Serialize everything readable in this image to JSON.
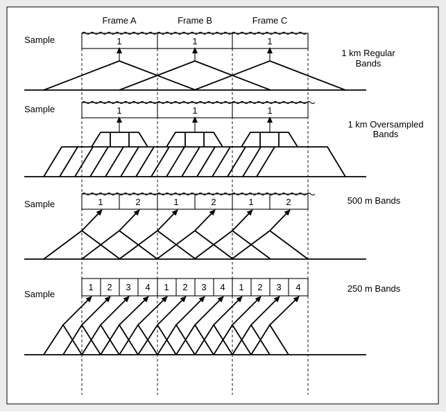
{
  "colors": {
    "frame_bg": "#ececec",
    "panel_bg": "#ffffff",
    "ink": "#000000"
  },
  "frames": [
    "Frame A",
    "Frame B",
    "Frame C"
  ],
  "sample_label": "Sample",
  "rows": [
    {
      "id": "regular",
      "band_label": [
        "1 km Regular",
        "Bands"
      ],
      "cells": [
        "1",
        "1",
        "1"
      ]
    },
    {
      "id": "oversampled",
      "band_label": [
        "1 km Oversampled",
        "Bands"
      ],
      "cells": [
        "1",
        "1",
        "1"
      ]
    },
    {
      "id": "m500",
      "band_label": [
        "500 m Bands"
      ],
      "cells": [
        "1",
        "2",
        "1",
        "2",
        "1",
        "2"
      ]
    },
    {
      "id": "m250",
      "band_label": [
        "250 m Bands"
      ],
      "cells": [
        "1",
        "2",
        "3",
        "4",
        "1",
        "2",
        "3",
        "4",
        "1",
        "2",
        "3",
        "4"
      ]
    }
  ]
}
